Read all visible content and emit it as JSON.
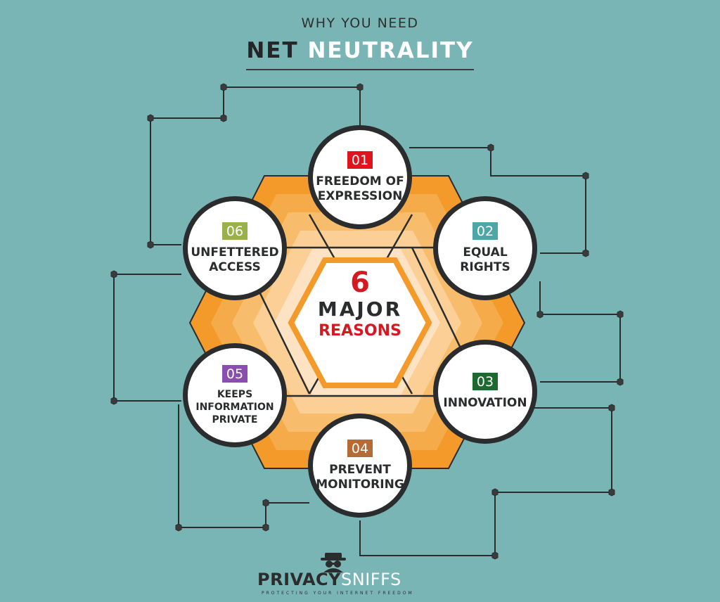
{
  "header": {
    "subtitle": "WHY YOU NEED",
    "title_part1": "NET",
    "title_part2": "NEUTRALITY"
  },
  "center": {
    "number": "6",
    "word1": "MAJOR",
    "word2": "REASONS"
  },
  "reasons": [
    {
      "num": "01",
      "label": "FREEDOM OF\nEXPRESSION",
      "color": "#e0141c"
    },
    {
      "num": "02",
      "label": "EQUAL\nRIGHTS",
      "color": "#4fa6a6"
    },
    {
      "num": "03",
      "label": "INNOVATION",
      "color": "#1c6a2e"
    },
    {
      "num": "04",
      "label": "PREVENT\nMONITORING",
      "color": "#b66b34"
    },
    {
      "num": "05",
      "label": "KEEPS\nINFORMATION\nPRIVATE",
      "color": "#8a4fae"
    },
    {
      "num": "06",
      "label": "UNFETTERED\nACCESS",
      "color": "#9ab04a"
    }
  ],
  "logo": {
    "name_part1": "PRIVACY",
    "name_part2": "SNIFFS",
    "tagline": "PROTECTING YOUR INTERNET FREEDOM"
  },
  "colors": {
    "background": "#7ab5b5",
    "hex_outer": "#f39a2a",
    "hex_inner": "#fde3c3",
    "circuit": "#2a2c2d"
  }
}
